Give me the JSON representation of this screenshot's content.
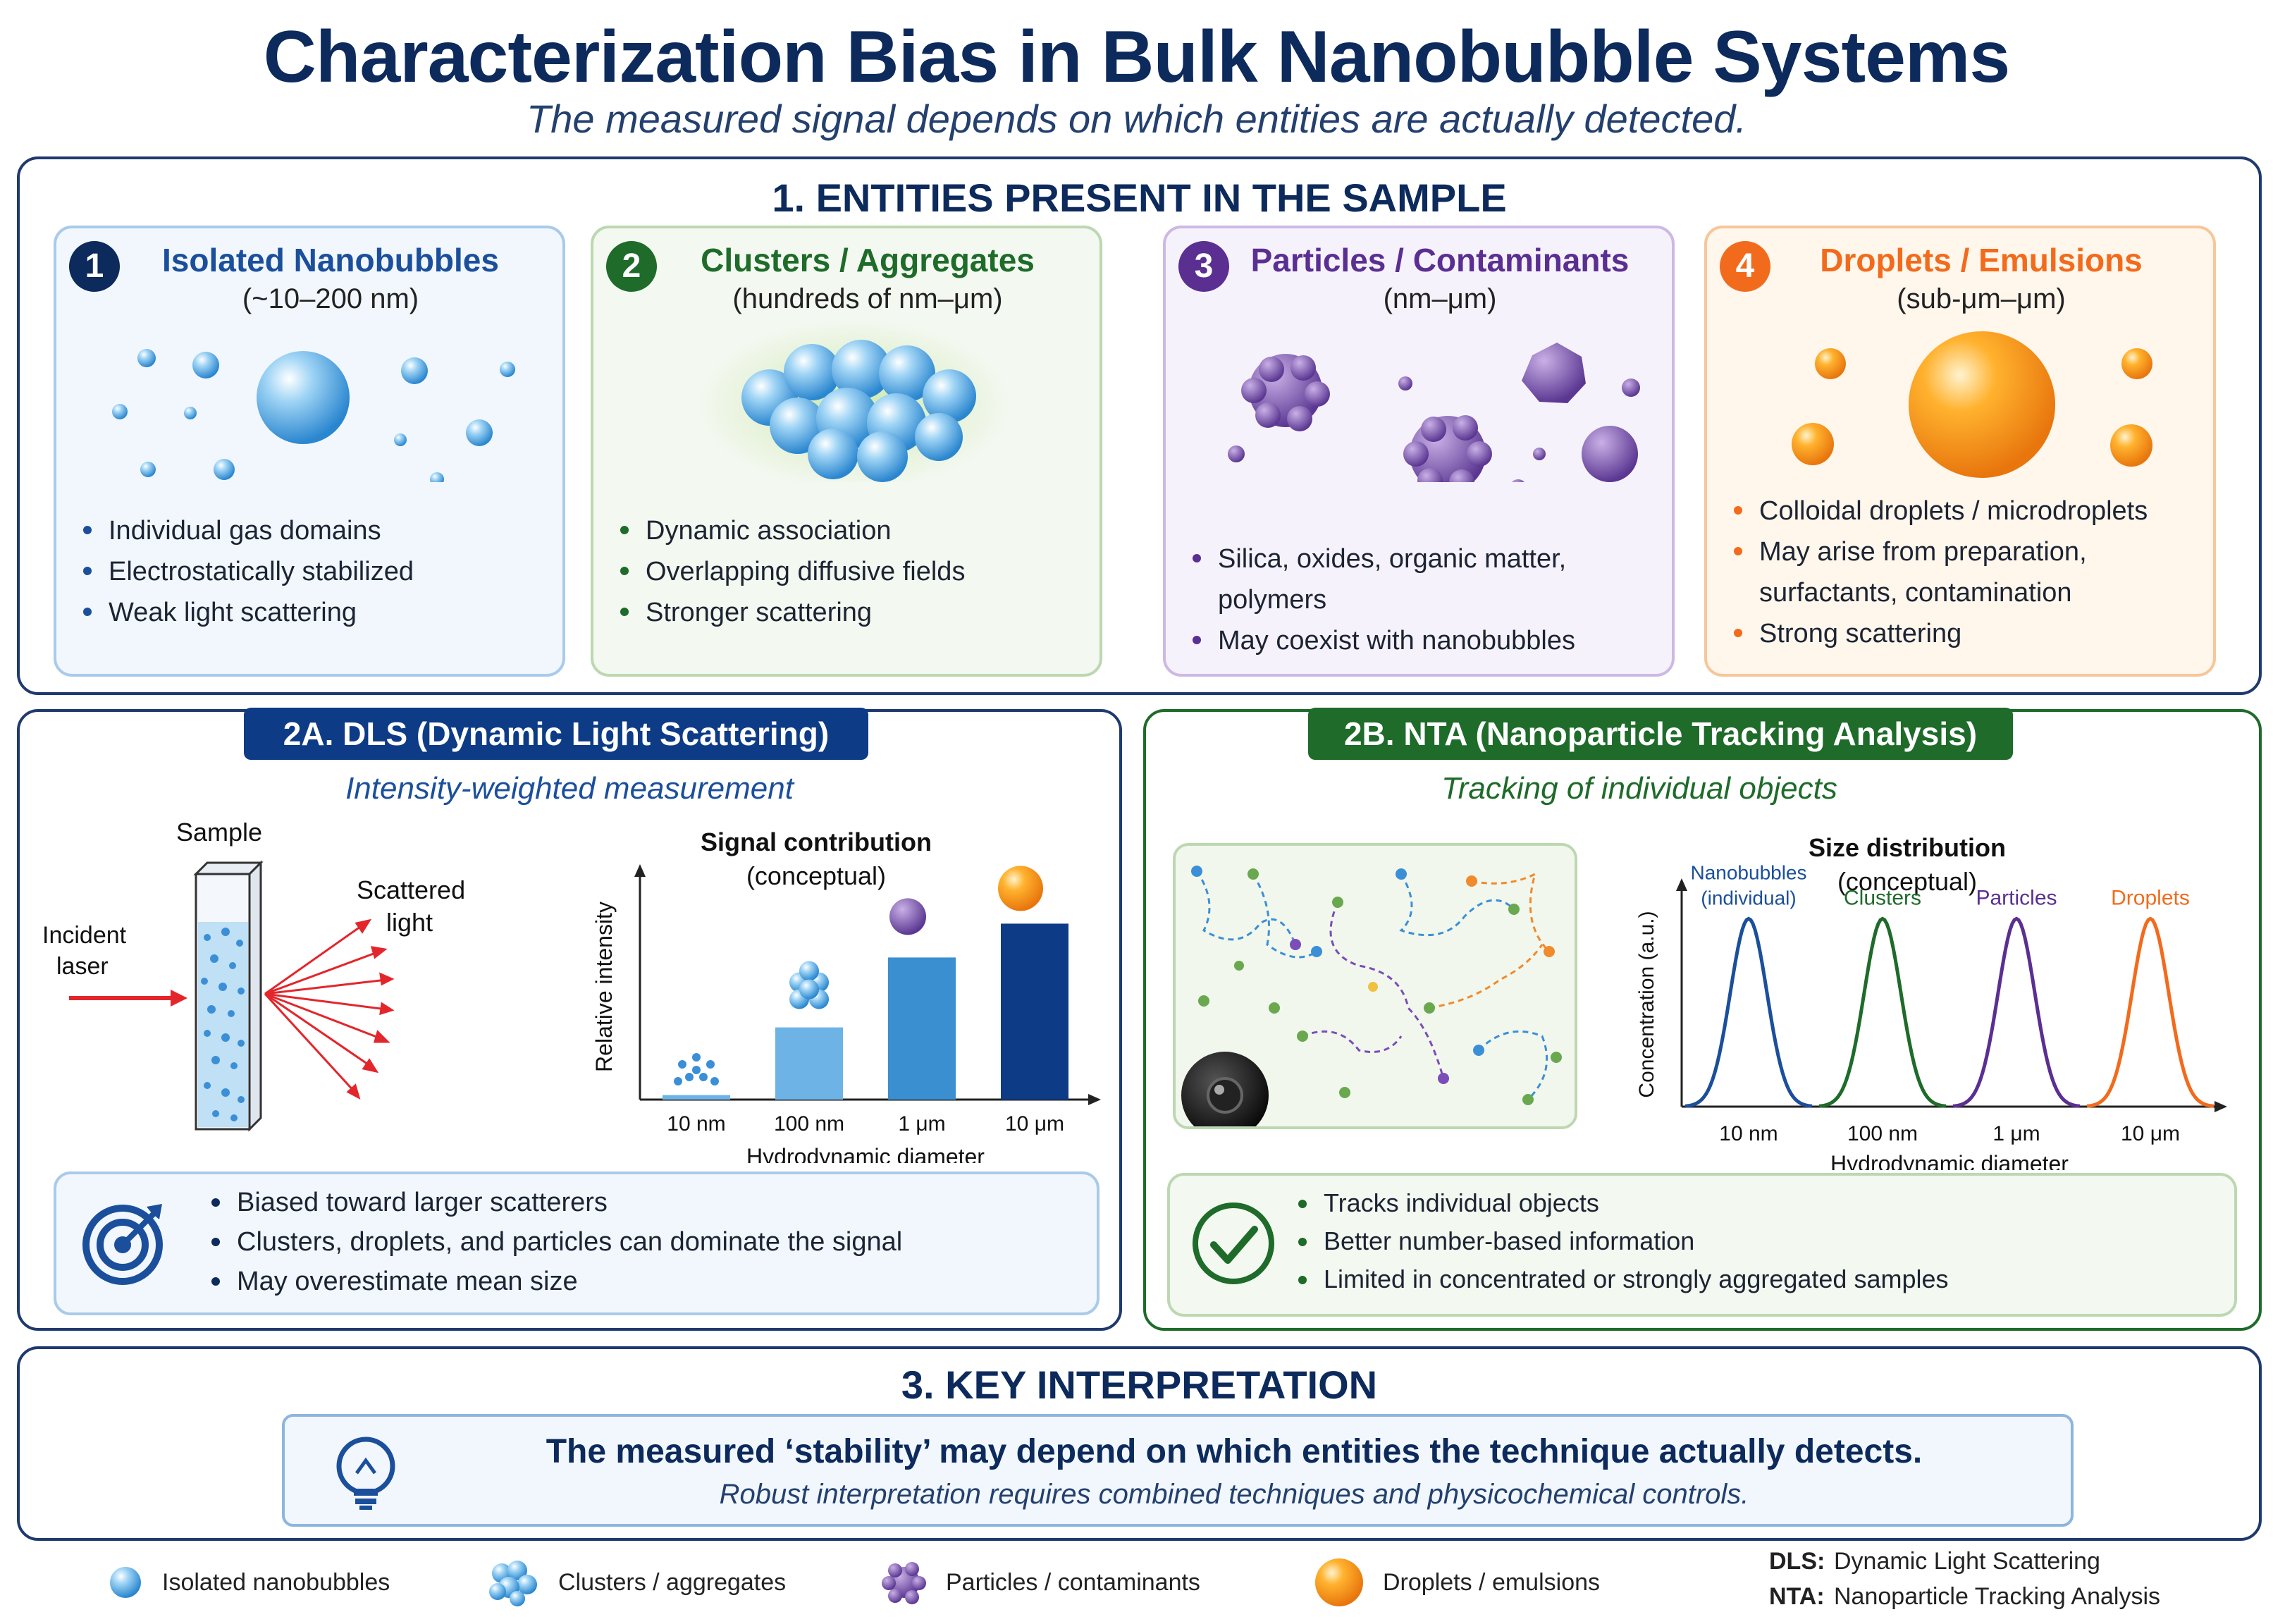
{
  "header": {
    "title": "Characterization Bias in Bulk Nanobubble Systems",
    "subtitle": "The measured signal depends on which entities are actually detected."
  },
  "colors": {
    "navy": "#0d2a5c",
    "blue": "#1b4f9c",
    "green": "#1e6b2a",
    "purple": "#5a2f91",
    "orange": "#f26b1d",
    "red": "#e3262b"
  },
  "section1": {
    "heading": "1. ENTITIES PRESENT IN THE SAMPLE",
    "cards": [
      {
        "number": "1",
        "title": "Isolated Nanobubbles",
        "size": "(~10–200 nm)",
        "bullets": [
          "Individual gas domains",
          "Electrostatically stabilized",
          "Weak light scattering"
        ]
      },
      {
        "number": "2",
        "title": "Clusters / Aggregates",
        "size": "(hundreds of nm–μm)",
        "bullets": [
          "Dynamic association",
          "Overlapping diffusive fields",
          "Stronger scattering"
        ]
      },
      {
        "number": "3",
        "title": "Particles / Contaminants",
        "size": "(nm–μm)",
        "bullets": [
          "Silica, oxides, organic matter, polymers",
          "May coexist with nanobubbles"
        ]
      },
      {
        "number": "4",
        "title": "Droplets / Emulsions",
        "size": "(sub-μm–μm)",
        "bullets": [
          "Colloidal droplets / microdroplets",
          "May arise from preparation, surfactants, contamination",
          "Strong scattering"
        ]
      }
    ]
  },
  "dls": {
    "tab": "2A. DLS (Dynamic Light Scattering)",
    "subtitle": "Intensity-weighted measurement",
    "sample_label": "Sample",
    "incident_label": [
      "Incident",
      "laser"
    ],
    "scattered_label": [
      "Scattered",
      "light"
    ],
    "chart_title": [
      "Signal contribution",
      "(conceptual)"
    ],
    "ylabel": "Relative intensity",
    "xlabel": "Hydrodynamic diameter",
    "summary": [
      "Biased toward larger scatterers",
      "Clusters, droplets, and particles can dominate the signal",
      "May overestimate mean size"
    ],
    "icon": "target-icon"
  },
  "nta": {
    "tab": "2B. NTA (Nanoparticle Tracking Analysis)",
    "subtitle": "Tracking of individual objects",
    "chart_title": [
      "Size distribution",
      "(conceptual)"
    ],
    "ylabel": "Concentration (a.u.)",
    "xlabel": "Hydrodynamic diameter",
    "summary": [
      "Tracks individual objects",
      "Better number-based information",
      "Limited in concentrated or strongly aggregated samples"
    ],
    "icon": "checkmark-icon"
  },
  "chart_data": [
    {
      "type": "bar",
      "title": "Signal contribution (conceptual)",
      "xlabel": "Hydrodynamic diameter",
      "ylabel": "Relative intensity",
      "categories": [
        "10 nm",
        "100 nm",
        "1 μm",
        "10 μm"
      ],
      "values": [
        0.02,
        0.32,
        0.63,
        0.78
      ],
      "ylim": [
        0,
        1
      ]
    },
    {
      "type": "line",
      "title": "Size distribution (conceptual)",
      "xlabel": "Hydrodynamic diameter",
      "ylabel": "Concentration (a.u.)",
      "x_ticks": [
        "10 nm",
        "100 nm",
        "1 μm",
        "10 μm"
      ],
      "series": [
        {
          "name": "Nanobubbles (individual)",
          "color": "#1b4f9c",
          "center": "10 nm",
          "peak": 0.86
        },
        {
          "name": "Clusters",
          "color": "#1e6b2a",
          "center": "100 nm",
          "peak": 0.86
        },
        {
          "name": "Particles",
          "color": "#5a2f91",
          "center": "1 μm",
          "peak": 0.86
        },
        {
          "name": "Droplets",
          "color": "#f26b1d",
          "center": "10 μm",
          "peak": 0.86
        }
      ],
      "ylim": [
        0,
        1
      ]
    }
  ],
  "section3": {
    "heading": "3. KEY INTERPRETATION",
    "main": "The measured ‘stability’ may depend on which entities the technique actually detects.",
    "sub": "Robust interpretation requires combined techniques and physicochemical controls.",
    "icon": "lightbulb-icon"
  },
  "legend": {
    "items": [
      "Isolated nanobubbles",
      "Clusters / aggregates",
      "Particles / contaminants",
      "Droplets / emulsions"
    ],
    "abbreviations": [
      {
        "abbr": "DLS:",
        "full": "Dynamic Light Scattering"
      },
      {
        "abbr": "NTA:",
        "full": "Nanoparticle Tracking Analysis"
      }
    ]
  }
}
